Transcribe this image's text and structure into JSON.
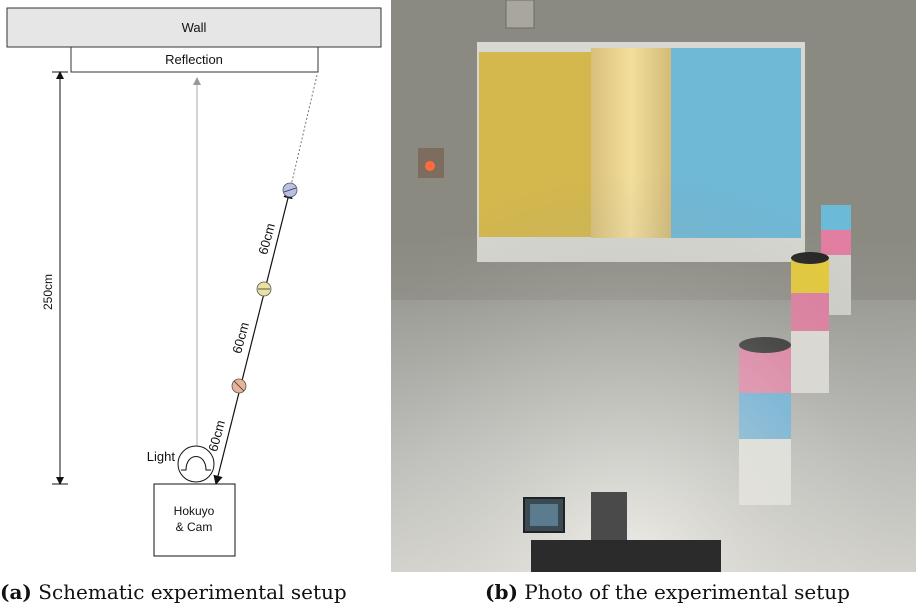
{
  "schematic": {
    "wall_label": "Wall",
    "reflection_label": "Reflection",
    "distance_label": "250cm",
    "segment_labels": [
      "60cm",
      "60cm",
      "60cm"
    ],
    "light_label": "Light",
    "device_label_line1": "Hokuyo",
    "device_label_line2": "& Cam",
    "target_colors": [
      "#e8b39a",
      "#e9e3a2",
      "#b9c0e8"
    ]
  },
  "captions": {
    "a_tag": "(a)",
    "a_text": " Schematic experimental setup",
    "b_tag": "(b)",
    "b_text": " Photo of the experimental setup"
  }
}
